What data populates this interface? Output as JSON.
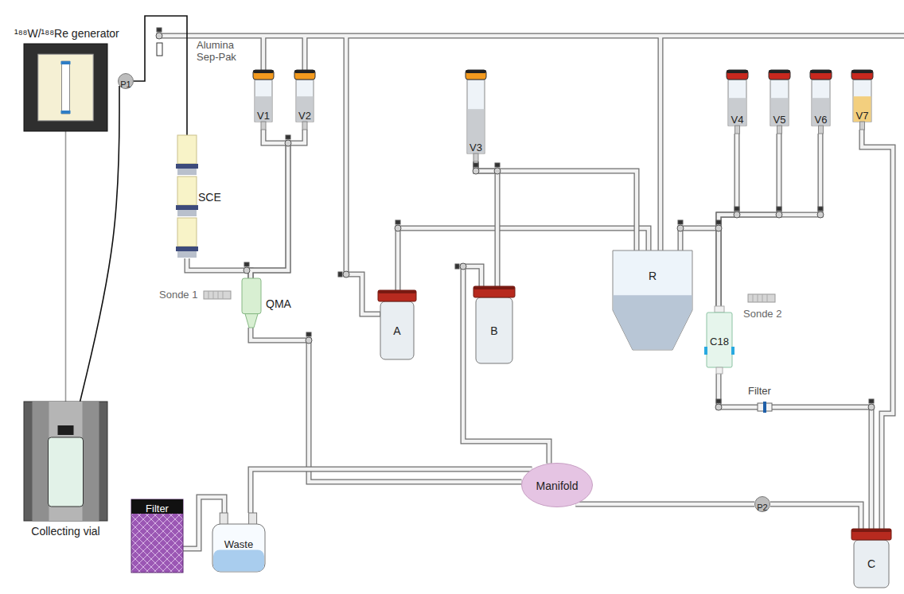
{
  "diagram": {
    "nodes": [
      {
        "text": [
          "¹⁸⁸W/¹⁸⁸Re generator"
        ]
      },
      {
        "text": [
          "Collecting vial"
        ]
      },
      {
        "text": [
          "P1"
        ]
      },
      {
        "text": [
          "SCE"
        ]
      },
      {
        "text": [
          "QMA"
        ]
      },
      {
        "text": [
          "V1"
        ]
      },
      {
        "text": [
          "V2"
        ]
      },
      {
        "text": [
          "V3"
        ]
      },
      {
        "text": [
          "V4"
        ]
      },
      {
        "text": [
          "V5"
        ]
      },
      {
        "text": [
          "V6"
        ]
      },
      {
        "text": [
          "V7"
        ]
      },
      {
        "text": [
          "A"
        ]
      },
      {
        "text": [
          "B"
        ]
      },
      {
        "text": [
          "R"
        ]
      },
      {
        "text": [
          "C18"
        ]
      },
      {
        "text": [
          "Manifold"
        ]
      },
      {
        "text": [
          "P2"
        ]
      },
      {
        "text": [
          "Waste"
        ]
      },
      {
        "text": [
          "Filter"
        ]
      },
      {
        "text": [
          "C"
        ]
      }
    ],
    "edges": [
      {
        "from": 0,
        "to": 1,
        "arrow": "none"
      },
      {
        "from": 1,
        "to": 2,
        "arrow": "none"
      },
      {
        "from": 2,
        "to": 3,
        "arrow": "none"
      },
      {
        "from": 3,
        "to": 4,
        "arrow": "none"
      },
      {
        "from": 5,
        "to": 4,
        "arrow": "none"
      },
      {
        "from": 6,
        "to": 4,
        "arrow": "none"
      },
      {
        "from": 4,
        "to": 16,
        "arrow": "none"
      },
      {
        "from": 12,
        "to": 14,
        "arrow": "none"
      },
      {
        "from": 13,
        "to": 16,
        "arrow": "none"
      },
      {
        "from": 7,
        "to": 13,
        "arrow": "none"
      },
      {
        "from": 7,
        "to": 14,
        "arrow": "none"
      },
      {
        "from": 14,
        "to": 15,
        "arrow": "none"
      },
      {
        "from": 8,
        "to": 15,
        "arrow": "none"
      },
      {
        "from": 9,
        "to": 15,
        "arrow": "none"
      },
      {
        "from": 10,
        "to": 15,
        "arrow": "none"
      },
      {
        "from": 15,
        "to": 20,
        "arrow": "none"
      },
      {
        "from": 11,
        "to": 20,
        "arrow": "none"
      },
      {
        "from": 16,
        "to": 17,
        "arrow": "none"
      },
      {
        "from": 17,
        "to": 20,
        "arrow": "none"
      },
      {
        "from": 16,
        "to": 18,
        "arrow": "none"
      },
      {
        "from": 18,
        "to": 19,
        "arrow": "none"
      }
    ],
    "labels": [
      "Alumina Sep-Pak",
      "Sonde 1",
      "Sonde 2",
      "Filter"
    ]
  }
}
